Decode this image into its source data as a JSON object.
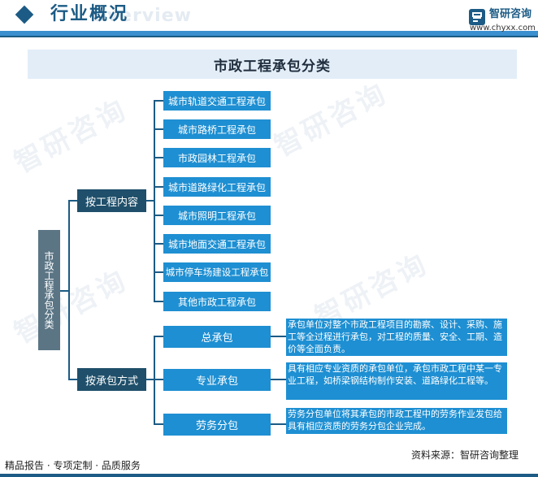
{
  "header": {
    "section_title": "行业概况",
    "ghost_text": "Overview",
    "logo_name": "智研咨询",
    "logo_url": "www.chyxx.com"
  },
  "diagram": {
    "title": "市政工程承包分类",
    "root": "市政工程承包分类",
    "branches": [
      {
        "label": "按工程内容",
        "items": [
          "城市轨道交通工程承包",
          "城市路桥工程承包",
          "市政园林工程承包",
          "城市道路绿化工程承包",
          "城市照明工程承包",
          "城市地面交通工程承包",
          "城市停车场建设工程承包",
          "其他市政工程承包"
        ]
      },
      {
        "label": "按承包方式",
        "items": [
          {
            "label": "总承包",
            "desc": "承包单位对整个市政工程项目的勘察、设计、采购、施工等全过程进行承包，对工程的质量、安全、工期、造价等全面负责。"
          },
          {
            "label": "专业承包",
            "desc": "具有相应专业资质的承包单位，承包市政工程中某一专业工程，如桥梁钢结构制作安装、道路绿化工程等。"
          },
          {
            "label": "劳务分包",
            "desc": "劳务分包单位将其承包的市政工程中的劳务作业发包给具有相应资质的劳务分包企业完成。"
          }
        ]
      }
    ]
  },
  "watermark": "智研咨询",
  "footer": {
    "left": "精品报告 · 专项定制 · 品质服务",
    "right": "资料来源：智研咨询整理"
  },
  "colors": {
    "primary_dark": "#1c5b85",
    "branch_box": "#1f4f6a",
    "leaf_box": "#1e8fd2",
    "root_box": "#5b7585",
    "title_bg": "#e2edf7"
  }
}
